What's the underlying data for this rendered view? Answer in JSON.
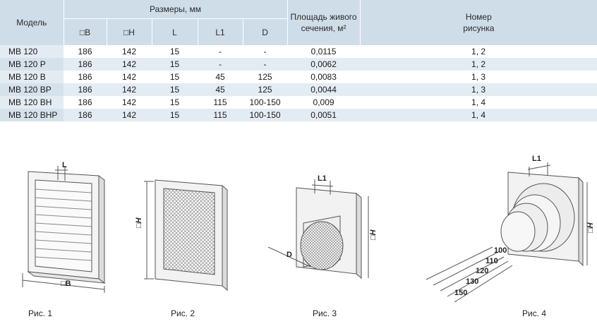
{
  "table": {
    "headers": {
      "model": "Модель",
      "sizes": "Размеры, мм",
      "area": "Площадь живого сечения, м²",
      "figure": "Номер рисунка",
      "sub": [
        "□B",
        "□H",
        "L",
        "L1",
        "D"
      ]
    },
    "rows": [
      [
        "МВ 120",
        "186",
        "142",
        "15",
        "-",
        "-",
        "0,0115",
        "1, 2"
      ],
      [
        "МВ 120 Р",
        "186",
        "142",
        "15",
        "-",
        "-",
        "0,0062",
        "1, 2"
      ],
      [
        "МВ 120 В",
        "186",
        "142",
        "15",
        "45",
        "125",
        "0,0083",
        "1, 3"
      ],
      [
        "МВ 120 ВР",
        "186",
        "142",
        "15",
        "45",
        "125",
        "0,0044",
        "1, 3"
      ],
      [
        "МВ 120 ВН",
        "186",
        "142",
        "15",
        "115",
        "100-150",
        "0,009",
        "1, 4"
      ],
      [
        "МВ 120 ВНР",
        "186",
        "142",
        "15",
        "115",
        "100-150",
        "0,0051",
        "1, 4"
      ]
    ]
  },
  "figures": {
    "fig1": {
      "caption": "Рис. 1",
      "dim_L": "L",
      "dim_B": "□B"
    },
    "fig2": {
      "caption": "Рис. 2",
      "dim_H": "□H"
    },
    "fig3": {
      "caption": "Рис. 3",
      "dim_L1": "L1",
      "dim_H": "□H",
      "dim_D": "D"
    },
    "fig4": {
      "caption": "Рис. 4",
      "dim_L1": "L1",
      "dim_H": "□H",
      "lengths": [
        "100",
        "110",
        "120",
        "130",
        "150"
      ]
    }
  },
  "colors": {
    "header_bg": "#cfdde9",
    "row_alt_bg": "#e4ecf3",
    "model_col_bg": "#e4ecf3"
  }
}
